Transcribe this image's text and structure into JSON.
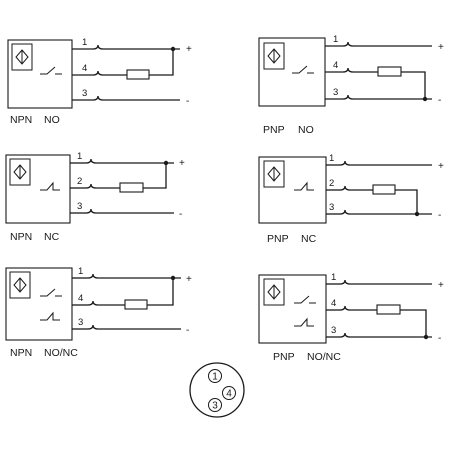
{
  "diagrams": [
    {
      "type": "NPN",
      "mode": "NO",
      "pins": [
        "1",
        "4",
        "3"
      ],
      "plus": "+",
      "minus": "-"
    },
    {
      "type": "PNP",
      "mode": "NO",
      "pins": [
        "1",
        "4",
        "3"
      ],
      "plus": "+",
      "minus": "-"
    },
    {
      "type": "NPN",
      "mode": "NC",
      "pins": [
        "1",
        "2",
        "3"
      ],
      "plus": "+",
      "minus": "-"
    },
    {
      "type": "PNP",
      "mode": "NC",
      "pins": [
        "1",
        "2",
        "3"
      ],
      "plus": "+",
      "minus": "-"
    },
    {
      "type": "NPN",
      "mode": "NO/NC",
      "pins": [
        "1",
        "4",
        "3"
      ],
      "plus": "+",
      "minus": "-"
    },
    {
      "type": "PNP",
      "mode": "NO/NC",
      "pins": [
        "1",
        "4",
        "3"
      ],
      "plus": "+",
      "minus": "-"
    }
  ],
  "connector": {
    "pins": [
      "1",
      "4",
      "3"
    ]
  }
}
